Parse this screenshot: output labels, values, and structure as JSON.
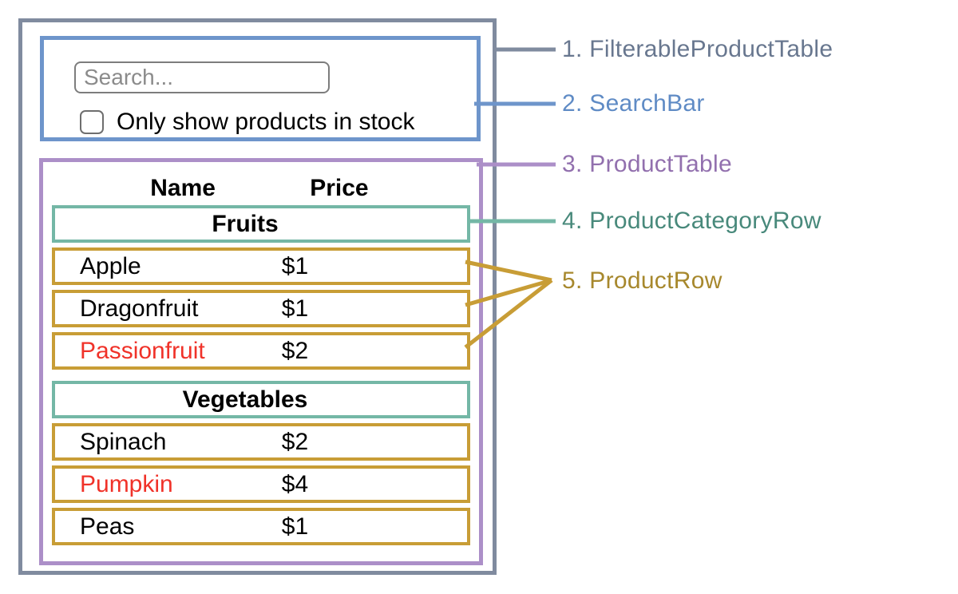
{
  "search_bar": {
    "search_placeholder": "Search...",
    "checkbox_label": "Only show products in stock"
  },
  "product_table": {
    "headers": {
      "name": "Name",
      "price": "Price"
    },
    "sections": [
      {
        "category": "Fruits",
        "rows": [
          {
            "name": "Apple",
            "price": "$1",
            "out_of_stock": false
          },
          {
            "name": "Dragonfruit",
            "price": "$1",
            "out_of_stock": false
          },
          {
            "name": "Passionfruit",
            "price": "$2",
            "out_of_stock": true
          }
        ]
      },
      {
        "category": "Vegetables",
        "rows": [
          {
            "name": "Spinach",
            "price": "$2",
            "out_of_stock": false
          },
          {
            "name": "Pumpkin",
            "price": "$4",
            "out_of_stock": true
          },
          {
            "name": "Peas",
            "price": "$1",
            "out_of_stock": false
          }
        ]
      }
    ]
  },
  "legend": [
    {
      "label": "1. FilterableProductTable",
      "color": "#68778f"
    },
    {
      "label": "2. SearchBar",
      "color": "#5f8bc5"
    },
    {
      "label": "3. ProductTable",
      "color": "#9270ae"
    },
    {
      "label": "4. ProductCategoryRow",
      "color": "#48897b"
    },
    {
      "label": "5. ProductRow",
      "color": "#a7882d"
    }
  ],
  "colors": {
    "outer_border": "#808b9f",
    "search_border": "#6e95cb",
    "table_border": "#ac8fc8",
    "category_border": "#74b7a6",
    "product_border": "#c89d36",
    "out_of_stock_text": "#f03229"
  }
}
